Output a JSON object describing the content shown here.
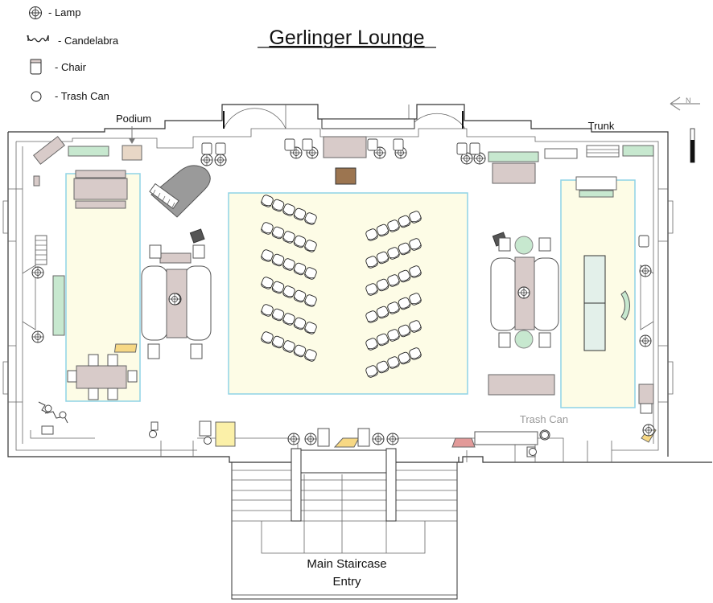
{
  "title": "Gerlinger Lounge",
  "legend": [
    {
      "icon": "lamp-icon",
      "label": "- Lamp"
    },
    {
      "icon": "candelabra-icon",
      "label": "- Candelabra"
    },
    {
      "icon": "chair-icon",
      "label": "- Chair"
    },
    {
      "icon": "trash-can-icon",
      "label": "- Trash Can"
    }
  ],
  "labels": {
    "podium": "Podium",
    "trunk": "Trunk",
    "trash_can": "Trash Can",
    "staircase_line1": "Main Staircase",
    "staircase_line2": "Entry"
  },
  "seating": {
    "left_block_rows": 6,
    "right_block_rows": 6,
    "chairs_per_row": 5
  },
  "colors": {
    "wall": "#333333",
    "area_rug": "#fdfce6",
    "area_outline": "#8fd3e6",
    "table": "#d8cbc9",
    "green_fixture": "#c7e8cf",
    "piano": "#9a9a9a",
    "trunk_wood": "#9c7550",
    "yellow_table": "#fbf0a8",
    "orange_table": "#f7d884",
    "red_table": "#e29a99"
  }
}
